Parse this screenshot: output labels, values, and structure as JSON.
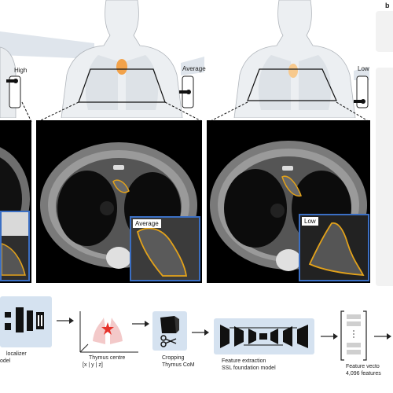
{
  "panel_letter": "b",
  "levels": {
    "high": "High",
    "average": "Average",
    "low": "Low"
  },
  "insets": {
    "average": "Average",
    "low": "Low"
  },
  "pipeline": {
    "localizer_line1": "localizer",
    "localizer_line2": "odel",
    "thymus_centre_line1": "Thymus centre",
    "thymus_centre_line2": "[x | y | z]",
    "cropping_line1": "Cropping",
    "cropping_line2": "Thymus CoM",
    "feature_extraction_line1": "Feature extraction",
    "feature_extraction_line2": "SSL foundation model",
    "feature_vector_line1": "Feature vecto",
    "feature_vector_line2": "4,096 features"
  },
  "colors": {
    "thymus": "#f2a24a",
    "inset_border": "#3b6fc4",
    "pipeline_box": "#d5e2f0",
    "outline": "#e3a21a",
    "star": "#e6322b"
  }
}
